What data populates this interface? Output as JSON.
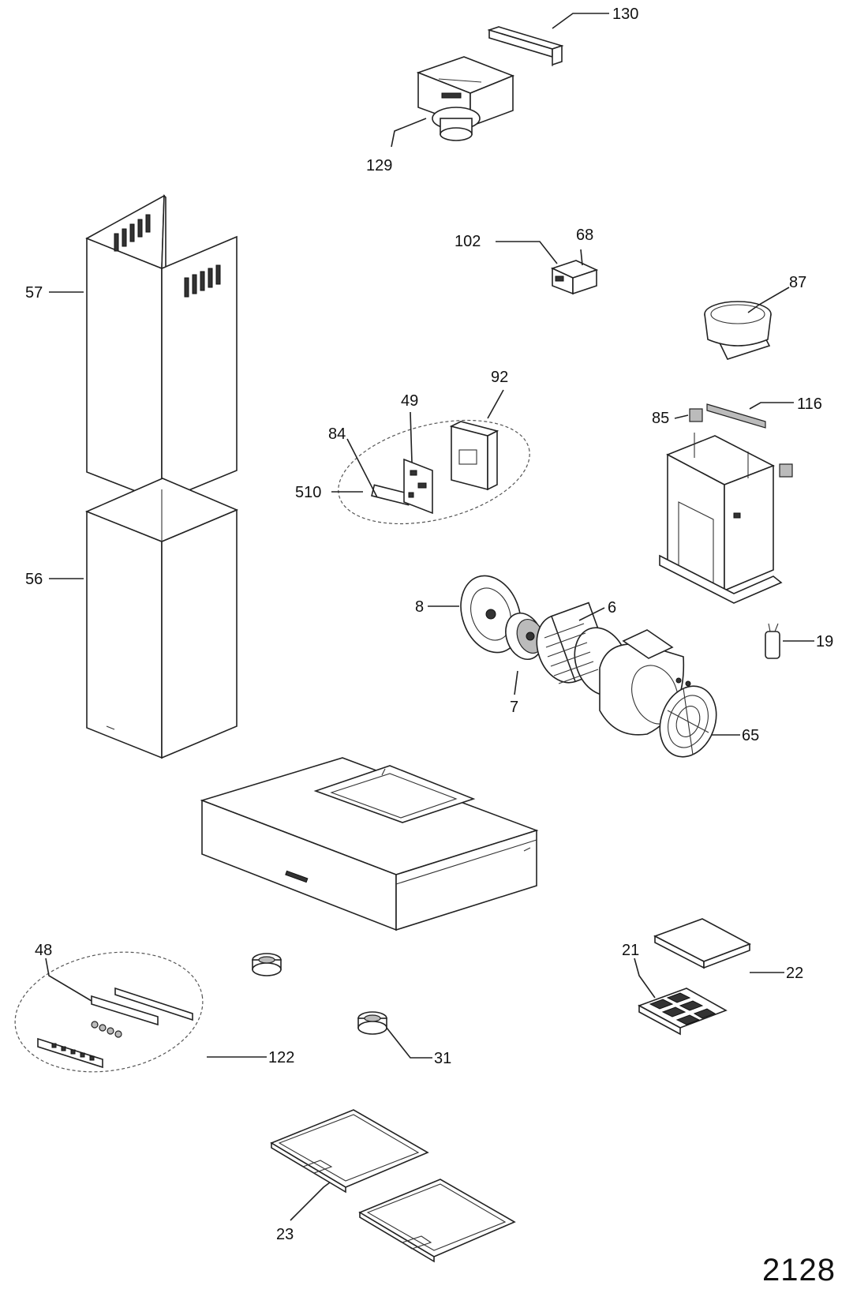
{
  "diagram": {
    "drawing_number": "2128",
    "labels": [
      "130",
      "129",
      "102",
      "68",
      "87",
      "57",
      "92",
      "49",
      "116",
      "85",
      "84",
      "510",
      "56",
      "8",
      "6",
      "19",
      "7",
      "65",
      "48",
      "21",
      "22",
      "122",
      "31",
      "23"
    ]
  }
}
